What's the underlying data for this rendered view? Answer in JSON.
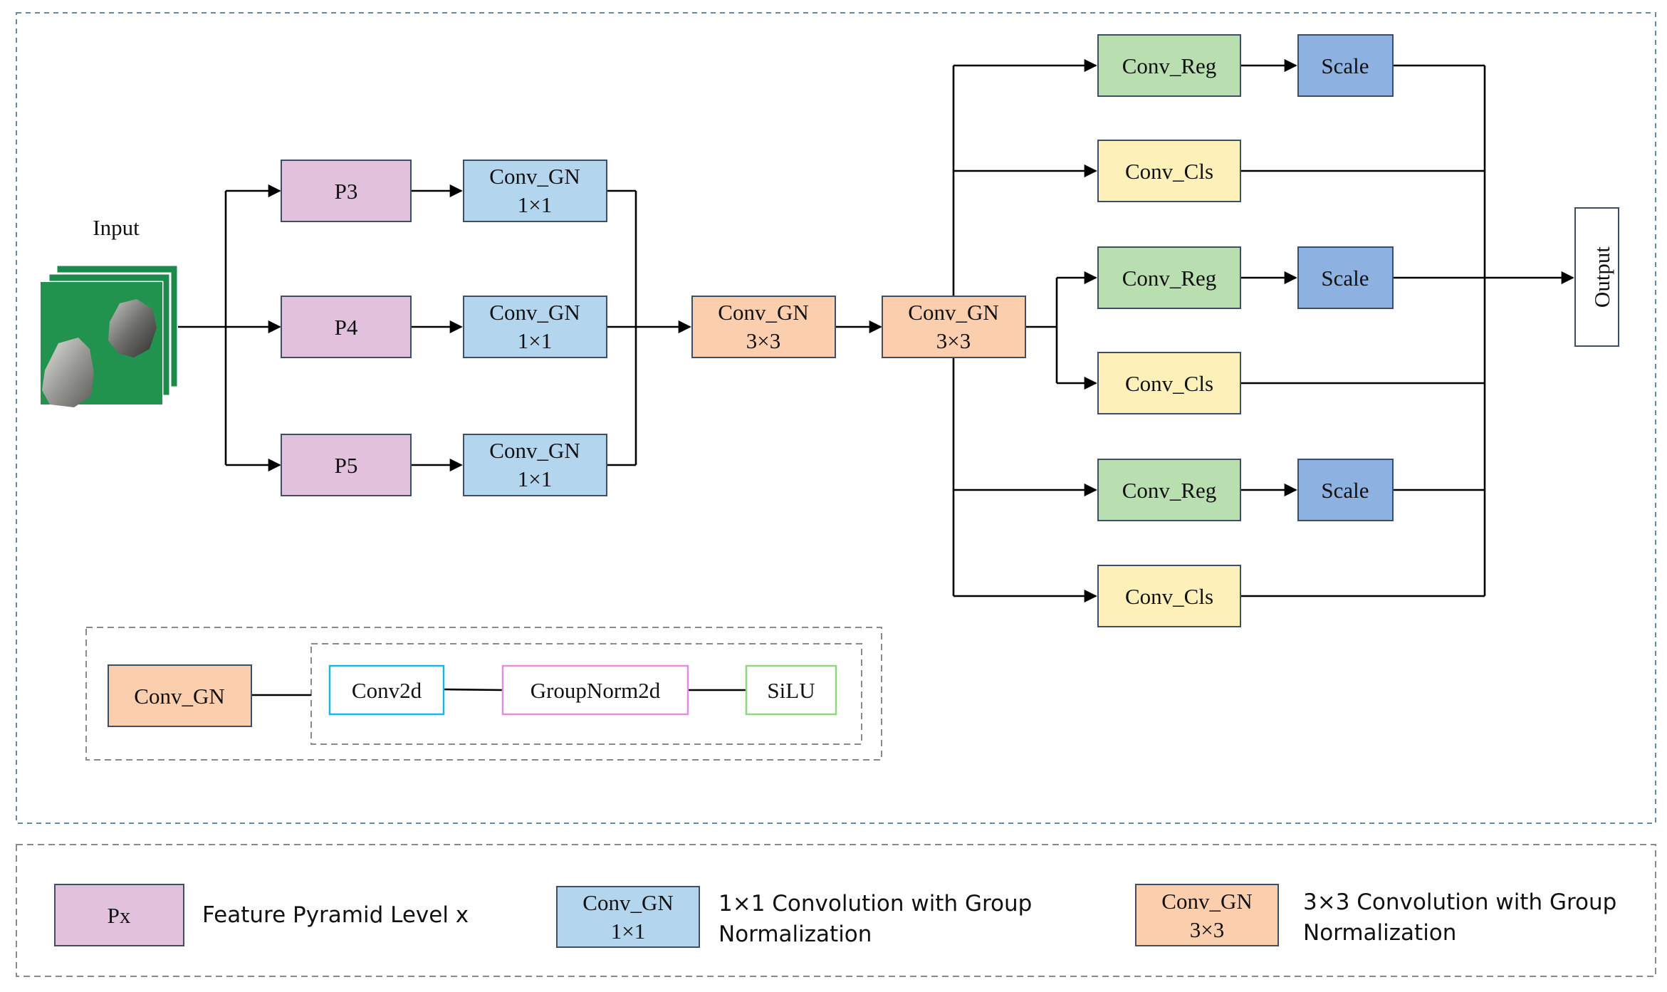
{
  "input": {
    "label": "Input"
  },
  "nodes": {
    "p3": "P3",
    "p4": "P4",
    "p5": "P5",
    "conv_gn_1x1": [
      "Conv_GN",
      "1×1"
    ],
    "conv_gn_3x3": [
      "Conv_GN",
      "3×3"
    ],
    "conv_reg": "Conv_Reg",
    "conv_cls": "Conv_Cls",
    "scale": "Scale",
    "output": "Output"
  },
  "detail": {
    "conv_gn": "Conv_GN",
    "conv2d": "Conv2d",
    "groupnorm2d": "GroupNorm2d",
    "silu": "SiLU"
  },
  "legend": {
    "px_box": "Px",
    "px_desc": "Feature Pyramid Level x",
    "conv1_box": [
      "Conv_GN",
      "1×1"
    ],
    "conv1_desc": [
      "1×1 Convolution with Group",
      "Normalization"
    ],
    "conv3_box": [
      "Conv_GN",
      "3×3"
    ],
    "conv3_desc": [
      "3×3 Convolution with Group",
      "Normalization"
    ]
  },
  "colors": {
    "pyramid": "#e2c1dc",
    "conv1x1": "#b3d6ee",
    "conv3x3": "#fbcfae",
    "reg": "#b9deaf",
    "cls": "#fdf0b8",
    "scale": "#8db1e0",
    "border": "#3e4e64"
  }
}
